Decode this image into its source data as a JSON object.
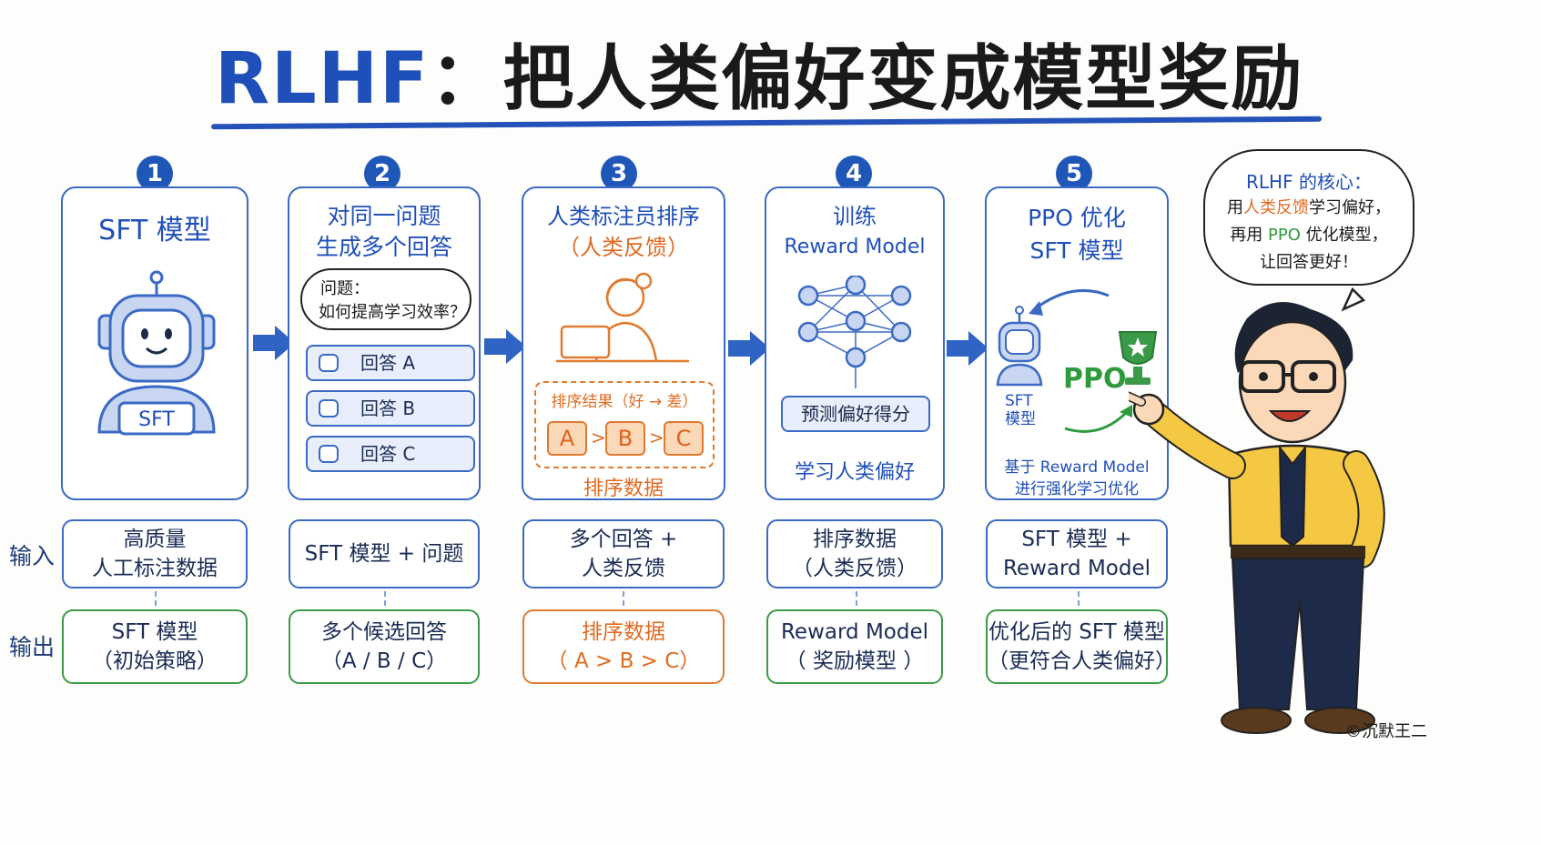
{
  "title": {
    "highlight": "RLHF",
    "rest": "：把人类偏好变成模型奖励"
  },
  "row_labels": {
    "input": "输入",
    "output": "输出"
  },
  "steps": [
    {
      "num": "1",
      "title": "SFT 模型",
      "badge": "SFT"
    },
    {
      "num": "2",
      "title_l1": "对同一问题",
      "title_l2": "生成多个回答",
      "question_l1": "问题：",
      "question_l2": "如何提高学习效率？",
      "answers": [
        "回答 A",
        "回答 B",
        "回答 C"
      ]
    },
    {
      "num": "3",
      "title_l1": "人类标注员排序",
      "title_l2": "（人类反馈）",
      "rank_title": "排序结果（好 → 差）",
      "ranks": [
        "A",
        "B",
        "C"
      ],
      "gt": ">",
      "footer": "排序数据"
    },
    {
      "num": "4",
      "title_l1": "训练",
      "title_l2": "Reward Model",
      "predict": "预测偏好得分",
      "footer": "学习人类偏好"
    },
    {
      "num": "5",
      "title_l1": "PPO 优化",
      "title_l2": "SFT 模型",
      "robot_label_l1": "SFT",
      "robot_label_l2": "模型",
      "ppo": "PPO",
      "footer_l1": "基于 Reward Model",
      "footer_l2": "进行强化学习优化"
    }
  ],
  "inputs": [
    [
      "高质量",
      "人工标注数据"
    ],
    [
      "SFT 模型 + 问题"
    ],
    [
      "多个回答 +",
      "人类反馈"
    ],
    [
      "排序数据",
      "（人类反馈）"
    ],
    [
      "SFT 模型 +",
      "Reward Model"
    ]
  ],
  "outputs": [
    [
      "SFT 模型",
      "（初始策略）"
    ],
    [
      "多个候选回答",
      "（A / B / C）"
    ],
    [
      "排序数据",
      "（ A > B > C）"
    ],
    [
      "Reward Model",
      "（ 奖励模型 ）"
    ],
    [
      "优化后的 SFT 模型",
      "（更符合人类偏好）"
    ]
  ],
  "speech": {
    "l1": "RLHF 的核心：",
    "l2_a": "用",
    "l2_b": "人类反馈",
    "l2_c": "学习偏好，",
    "l3_a": "再用 ",
    "l3_b": "PPO",
    "l3_c": " 优化模型，",
    "l4": "让回答更好！"
  },
  "credit": "©沉默王二",
  "colors": {
    "blue": "#1f4fb8",
    "green": "#3a9a47",
    "orange": "#e07a30"
  }
}
